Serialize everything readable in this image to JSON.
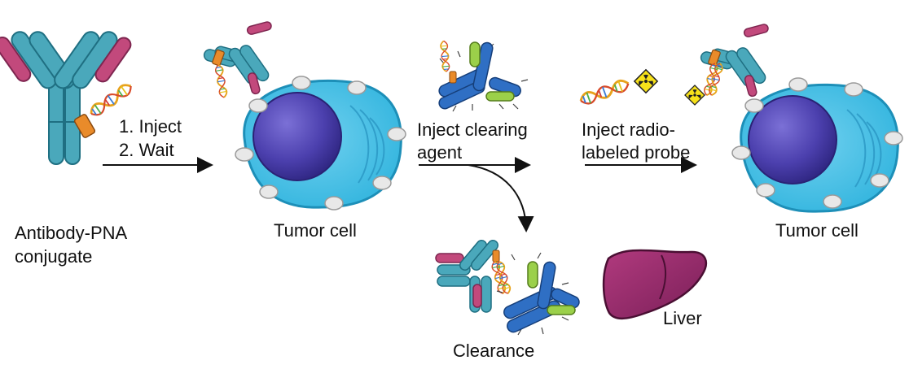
{
  "labels": {
    "step1": "1. Inject",
    "step2": "2. Wait",
    "conjugate_line1": "Antibody-PNA",
    "conjugate_line2": "conjugate",
    "tumor_cell_1": "Tumor cell",
    "clearing_line1": "Inject clearing",
    "clearing_line2": "agent",
    "probe_line1": "Inject radio-",
    "probe_line2": "labeled probe",
    "tumor_cell_2": "Tumor cell",
    "clearance": "Clearance",
    "liver": "Liver"
  },
  "colors": {
    "antibody_teal": "#3e9fb4",
    "antibody_pink": "#c2497c",
    "cell_membrane": "#2ab3d9",
    "cell_cytoplasm": "#4fc3e6",
    "nucleus": "#4a3fa8",
    "clearing_blue": "#1f5fb8",
    "clearing_green": "#9bd04a",
    "liver": "#9c2b6e",
    "radiation_yellow": "#f7e11a"
  }
}
